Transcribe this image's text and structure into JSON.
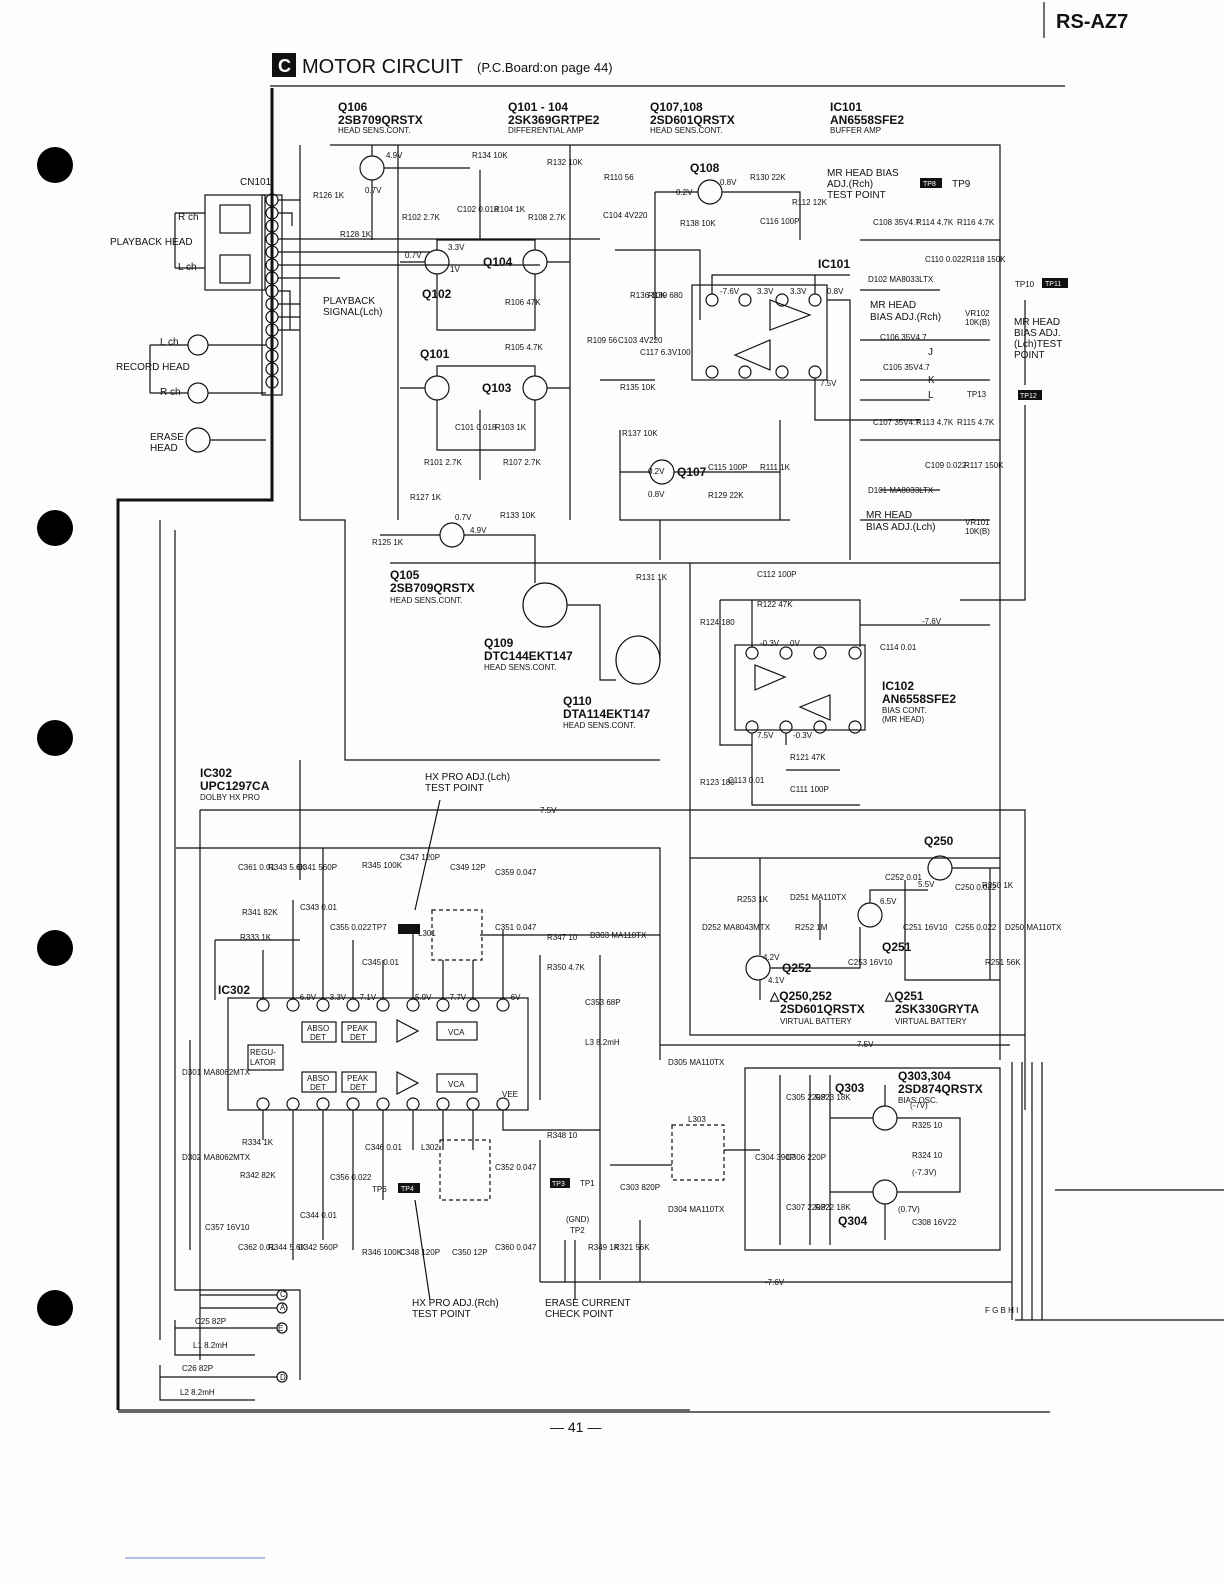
{
  "header": {
    "model": "RS-AZ7",
    "section_letter": "C",
    "section_title": "MOTOR  CIRCUIT",
    "section_ref": "(P.C.Board:on page 44)"
  },
  "blocks": {
    "q106": {
      "ref": "Q106",
      "part": "2SB709QRSTX",
      "desc": "HEAD SENS.CONT."
    },
    "q101_104": {
      "ref": "Q101 - 104",
      "part": "2SK369GRTPE2",
      "desc": "DIFFERENTIAL AMP"
    },
    "q107_108": {
      "ref": "Q107,108",
      "part": "2SD601QRSTX",
      "desc": "HEAD SENS.CONT."
    },
    "ic101": {
      "ref": "IC101",
      "part": "AN6558SFE2",
      "desc": "BUFFER AMP"
    },
    "q105": {
      "ref": "Q105",
      "part": "2SB709QRSTX",
      "desc": "HEAD SENS.CONT."
    },
    "q109": {
      "ref": "Q109",
      "part": "DTC144EKT147",
      "desc": "HEAD SENS.CONT."
    },
    "q110": {
      "ref": "Q110",
      "part": "DTA114EKT147",
      "desc": "HEAD SENS.CONT."
    },
    "ic102": {
      "ref": "IC102",
      "part": "AN6558SFE2",
      "desc1": "BIAS CONT.",
      "desc2": "(MR HEAD)"
    },
    "ic302": {
      "ref": "IC302",
      "part": "UPC1297CA",
      "desc": "DOLBY HX PRO"
    },
    "q250_252": {
      "ref": "△Q250,252",
      "part": "2SD601QRSTX",
      "desc": "VIRTUAL BATTERY"
    },
    "q251": {
      "ref": "△Q251",
      "part": "2SK330GRYTA",
      "desc": "VIRTUAL BATTERY"
    },
    "q303_304": {
      "ref": "Q303,304",
      "part": "2SD874QRSTX",
      "desc": "BIAS OSC."
    }
  },
  "labels": {
    "cn101": "CN101",
    "rch": "R ch",
    "lch": "L ch",
    "playback_head": "PLAYBACK HEAD",
    "lch2": "L ch",
    "rch2": "R ch",
    "record_head": "RECORD HEAD",
    "erase_head1": "ERASE",
    "erase_head2": "HEAD",
    "playback_signal1": "PLAYBACK",
    "playback_signal2": "SIGNAL(Lch)",
    "mr_bias_rch1": "MR HEAD BIAS",
    "mr_bias_rch2": "ADJ.(Rch)",
    "mr_bias_rch3": "TEST POINT",
    "tp8": "TP8",
    "tp9": "TP9",
    "tp10": "TP10",
    "tp11": "TP11",
    "tp12": "TP12",
    "tp13": "TP13",
    "mr_bias_lch1": "MR HEAD",
    "mr_bias_lch2": "BIAS ADJ.",
    "mr_bias_lch3": "(Lch)TEST",
    "mr_bias_lch4": "POINT",
    "vr102a": "MR HEAD",
    "vr102b": "BIAS ADJ.(Rch)",
    "vr102c": "VR102",
    "vr102d": "10K(B)",
    "vr101a": "MR HEAD",
    "vr101b": "BIAS ADJ.(Lch)",
    "vr101c": "VR101",
    "vr101d": "10K(B)",
    "hx_lch1": "HX PRO ADJ.(Lch)",
    "hx_lch2": "TEST POINT",
    "hx_rch1": "HX PRO ADJ.(Rch)",
    "hx_rch2": "TEST POINT",
    "erase_check1": "ERASE CURRENT",
    "erase_check2": "CHECK POINT",
    "tp1": "TP1",
    "tp2": "TP2",
    "tp3": "TP3",
    "tp4": "TP4",
    "tp6": "TP6",
    "tp7": "TP7",
    "gnd": "(GND)",
    "regulator1": "REGU-",
    "regulator2": "LATOR",
    "abso1": "ABSO",
    "abso2": "DET",
    "peak1": "PEAK",
    "peak2": "DET",
    "vca": "VCA",
    "vee": "VEE",
    "v76": "-7.6V",
    "v75": "7.5V",
    "v76n": "-7.6V",
    "conn_c": "C",
    "conn_a": "A",
    "conn_e": "E",
    "conn_d": "D",
    "conn_fghi": "F G B H I",
    "c25": "C25  82P",
    "l1": "L1  8.2mH",
    "c26": "C26  82P",
    "l2": "L2  8.2mH",
    "j": "J",
    "k": "K",
    "l": "L"
  },
  "components": [
    "R134 10K",
    "R126 1K",
    "R128 1K",
    "R102 2.7K",
    "C102 0.018",
    "R104 1K",
    "R108 2.7K",
    "R132 10K",
    "R110 56",
    "C104 4V220",
    "R130 22K",
    "R138 10K",
    "C116 100P",
    "R112 12K",
    "C108 35V4.7",
    "R114 4.7K",
    "R116 4.7K",
    "C110 0.022",
    "R118 150K",
    "D102 MA8033LTX",
    "R136 10K",
    "R139 680",
    "R106 47K",
    "R105 4.7K",
    "R109 56",
    "C103 4V220",
    "C117 6.3V100",
    "C106 35V4.7",
    "C105 35V4.7",
    "R135 10K",
    "C101 0.018",
    "R103 1K",
    "R101 2.7K",
    "R107 2.7K",
    "R137 10K",
    "C115 100P",
    "R111 1K",
    "R129 22K",
    "C107 35V4.7",
    "R113 4.7K",
    "R115 4.7K",
    "C109 0.022",
    "R117 150K",
    "D101 MA8033LTX",
    "R127 1K",
    "R133 10K",
    "R125 1K",
    "R131 1K",
    "C112 100P",
    "R122 47K",
    "R124 180",
    "C114 0.01",
    "R123 180",
    "C113 0.01",
    "R121 47K",
    "C111 100P",
    "C361 0.01",
    "R343 5.6K",
    "C341 560P",
    "R345 100K",
    "C347 120P",
    "C349 12P",
    "C359 0.047",
    "R341 82K",
    "C343 0.01",
    "C355 0.022",
    "R333 1K",
    "C345 0.01",
    "L301",
    "C351 0.047",
    "R347 10",
    "D303 MA110TX",
    "R350 4.7K",
    "C353 68P",
    "L3 8.2mH",
    "R253 1K",
    "D251 MA110TX",
    "R252 1M",
    "D252 MA8043MTX",
    "C252 0.01",
    "C250 0.022",
    "R250 1K",
    "C251 16V10",
    "C255 0.022",
    "D250 MA110TX",
    "R251 56K",
    "C253 16V10",
    "D305 MA110TX",
    "R348 10",
    "C305 220P",
    "R323 18K",
    "R325 10",
    "R324 10",
    "L303",
    "C304 390P",
    "C306 220P",
    "C307 220P",
    "R322 18K",
    "C308 16V22",
    "D304 MA110TX",
    "C303 820P",
    "R349 1K",
    "R321 56K",
    "R334 1K",
    "R342 82K",
    "C346 0.01",
    "L302",
    "C356 0.022",
    "C352 0.047",
    "C344 0.01",
    "C342 560P",
    "R344 5.6K",
    "R346 100K",
    "C348 120P",
    "C350 12P",
    "C360 0.047",
    "C362 0.01",
    "C357 16V10",
    "D301 MA8062MTX",
    "D302 MA8062MTX"
  ],
  "voltages": [
    "4.9V",
    "0.7V",
    "0.8V",
    "0.2V",
    "3.3V",
    "1V",
    "-7.6V",
    "0.8V",
    "7.5V",
    "-0.3V",
    "0V",
    "4.2V",
    "4.1V",
    "5.5V",
    "6.5V",
    "-6.9V",
    "-3.3V",
    "-7.1V",
    "5.9V",
    "-7.7V",
    "-6V",
    "(-7V)",
    "(-7.3V)",
    "(0.7V)"
  ],
  "footer": {
    "page": "— 41 —"
  }
}
